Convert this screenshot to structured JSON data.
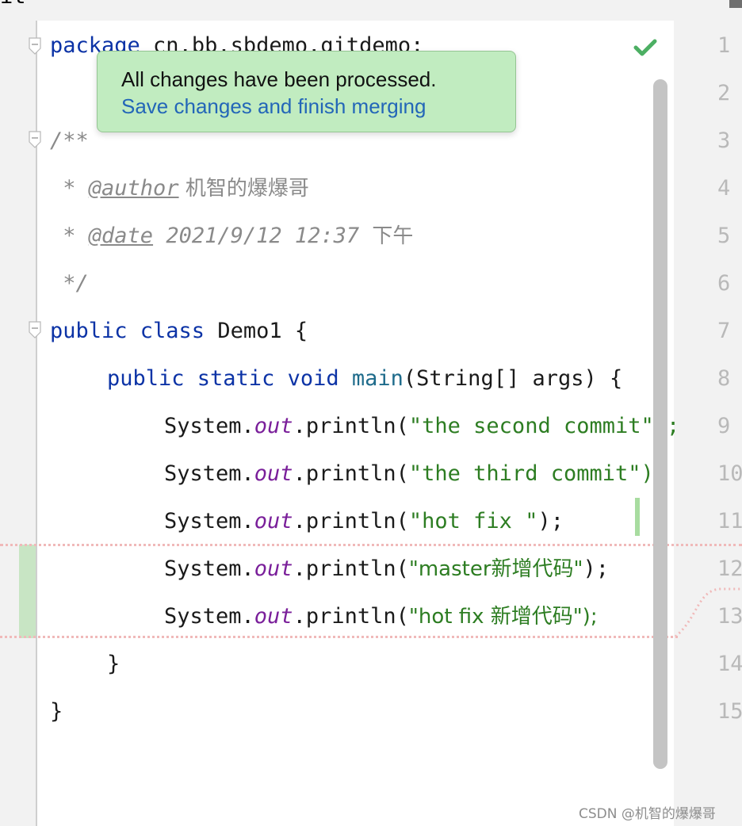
{
  "window": {
    "top_left_text": "it"
  },
  "notification": {
    "message": "All changes have been processed.",
    "link": "Save changes and finish merging"
  },
  "code": {
    "l1_kw": "package",
    "l1_rest": " cn.bb.sbdemo.gitdemo;",
    "l3": "/**",
    "l4_star": " * ",
    "l4_tag": "@author",
    "l4_val": " 机智的爆爆哥",
    "l5_star": " * ",
    "l5_tag": "@date",
    "l5_val": " 2021/9/12 12:37 ",
    "l5_zh": "下午",
    "l6": " */",
    "l7_kw": "public class",
    "l7_rest": " Demo1 {",
    "l8_kw": "public static void",
    "l8_fn": "main",
    "l8_rest": "(String[] args) {",
    "sys": "System.",
    "out": "out",
    "println": ".println(",
    "l9_str": "\"the second commit\");",
    "l10_str": "\"the third commit\");",
    "l11_str": "\"hot fix \"",
    "l11_end": ");",
    "l12_str": "\"master新增代码\"",
    "l12_end": ");",
    "l13_str": "\"hot fix 新增代码\");",
    "l14": "}",
    "l15": "}"
  },
  "line_numbers": [
    "1",
    "2",
    "3",
    "4",
    "5",
    "6",
    "7",
    "8",
    "9",
    "10",
    "11",
    "12",
    "13",
    "14",
    "15"
  ],
  "icons": {
    "check": "check-icon",
    "fold": "fold-marker-icon"
  },
  "colors": {
    "keyword": "#0c33a6",
    "string": "#2d7d22",
    "field": "#7a1f9a",
    "comment": "#8a8a8a",
    "tooltip_bg": "#c1ecc0",
    "link": "#2366b8",
    "check": "#4caf63"
  },
  "watermark": "CSDN @机智的爆爆哥"
}
